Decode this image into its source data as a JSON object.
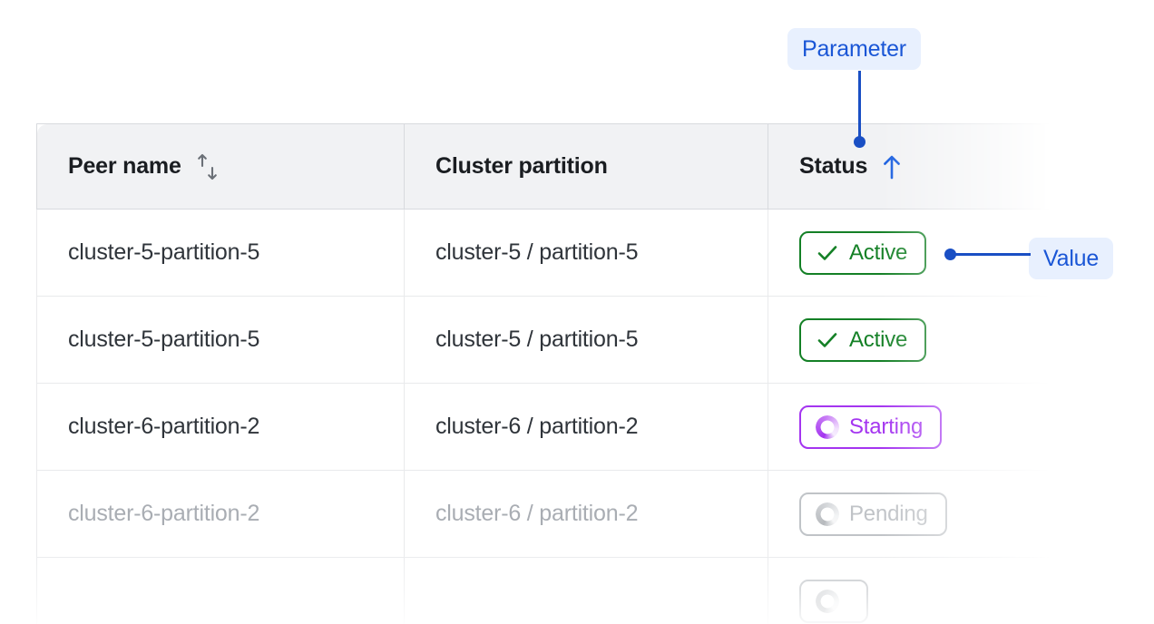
{
  "table": {
    "columns": [
      {
        "label": "Peer name",
        "sort_icon": "sort-both-icon",
        "sort_state": "unsorted"
      },
      {
        "label": "Cluster partition",
        "sort_icon": null,
        "sort_state": "none"
      },
      {
        "label": "Status",
        "sort_icon": "sort-ascending-icon",
        "sort_state": "ascending"
      }
    ],
    "rows": [
      {
        "peer_name": "cluster-5-partition-5",
        "cluster_partition": "cluster-5 / partition-5",
        "status": {
          "label": "Active",
          "icon": "check-icon",
          "kind": "active"
        },
        "muted": false
      },
      {
        "peer_name": "cluster-5-partition-5",
        "cluster_partition": "cluster-5 / partition-5",
        "status": {
          "label": "Active",
          "icon": "check-icon",
          "kind": "active"
        },
        "muted": false
      },
      {
        "peer_name": "cluster-6-partition-2",
        "cluster_partition": "cluster-6 / partition-2",
        "status": {
          "label": "Starting",
          "icon": "spinner-icon",
          "kind": "starting"
        },
        "muted": false
      },
      {
        "peer_name": "cluster-6-partition-2",
        "cluster_partition": "cluster-6 / partition-2",
        "status": {
          "label": "Pending",
          "icon": "spinner-icon",
          "kind": "pending"
        },
        "muted": true
      },
      {
        "peer_name": "",
        "cluster_partition": "",
        "status": {
          "label": "",
          "icon": "spinner-icon",
          "kind": "pending"
        },
        "muted": true
      }
    ]
  },
  "annotations": [
    {
      "id": "parameter",
      "label": "Parameter",
      "points_to": "status-column-header"
    },
    {
      "id": "value",
      "label": "Value",
      "points_to": "status-badge-row-1"
    }
  ],
  "colors": {
    "annotation_text": "#1a56d6",
    "annotation_bg": "#e8f0fe",
    "annotation_line": "#1a4fc4",
    "status_active": "#148026",
    "status_starting": "#a435f0",
    "status_pending": "#9aa0a6",
    "header_bg": "#f1f2f4",
    "text_primary": "#2f343a",
    "text_muted": "#a9adb3",
    "border": "#e9eaec"
  }
}
